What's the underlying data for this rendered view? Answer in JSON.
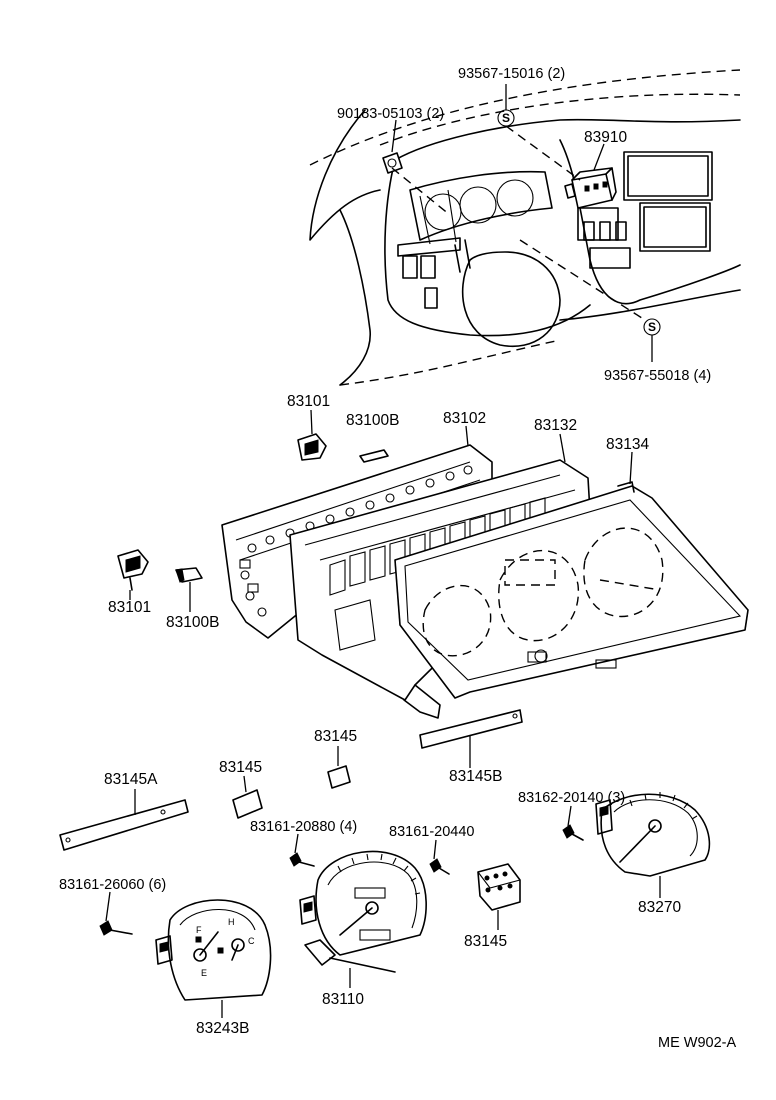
{
  "diagram_code": "ME W902-A",
  "labels": {
    "p93567_15016": "93567-15016 (2)",
    "p90183_05103": "90183-05103 (2)",
    "p83910": "83910",
    "p93567_55018": "93567-55018 (4)",
    "p83101_a": "83101",
    "p83100b_a": "83100B",
    "p83102": "83102",
    "p83132": "83132",
    "p83134": "83134",
    "p83101_b": "83101",
    "p83100b_b": "83100B",
    "p83145_a": "83145",
    "p83145b": "83145B",
    "p83162_20140": "83162-20140 (3)",
    "p83145a": "83145A",
    "p83145_b": "83145",
    "p83161_20880": "83161-20880 (4)",
    "p83161_20440": "83161-20440",
    "p83161_26060": "83161-26060 (6)",
    "p83270": "83270",
    "p83145_c": "83145",
    "p83110": "83110",
    "p83243b": "83243B"
  },
  "screw_marker": "S",
  "gauge_marks": {
    "full": "F",
    "empty": "E",
    "hot": "H",
    "cold": "C"
  },
  "line_color": "#000000",
  "background_color": "#ffffff"
}
